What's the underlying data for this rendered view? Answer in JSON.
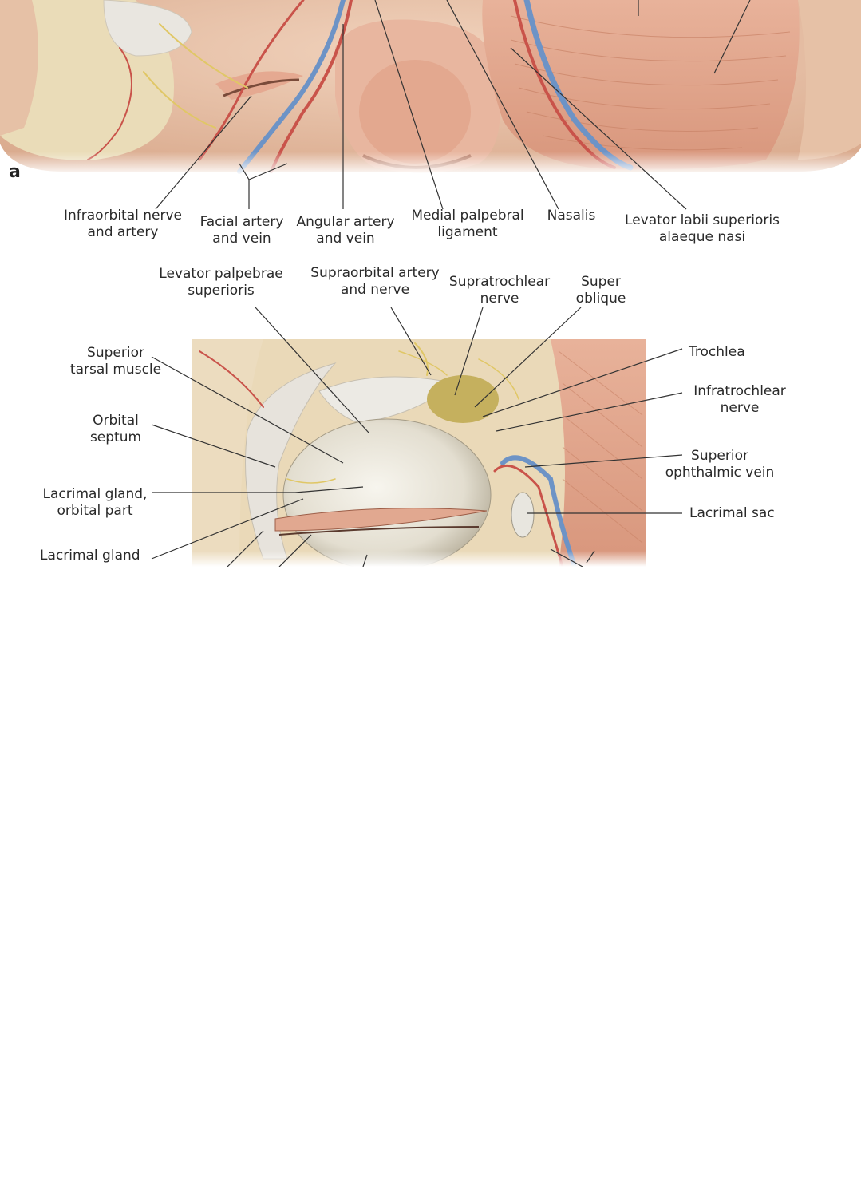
{
  "figure": {
    "panel_letter": "a",
    "top_labels": {
      "infraorbital": "Infraorbital nerve\nand artery",
      "facial": "Facial artery\nand vein",
      "angular": "Angular artery\nand vein",
      "medial_palpebral": "Medial palpebral\nligament",
      "nasalis": "Nasalis",
      "levator_labii": "Levator labii superioris\nalaeque nasi"
    },
    "bottom_labels": {
      "levator_palpebrae": "Levator palpebrae\nsuperioris",
      "supraorbital": "Supraorbital artery\nand nerve",
      "supratrochlear": "Supratrochlear\nnerve",
      "superior_oblique": "Super\noblique",
      "superior_tarsal": "Superior\ntarsal muscle",
      "orbital_septum": "Orbital\nseptum",
      "lacrimal_orbital": "Lacrimal gland,\norbital part",
      "lacrimal_gland": "Lacrimal gland",
      "trochlea": "Trochlea",
      "infratrochlear": "Infratrochlear\nnerve",
      "sup_ophthalmic_vein": "Superior\nophthalmic vein",
      "lacrimal_sac": "Lacrimal sac"
    }
  }
}
